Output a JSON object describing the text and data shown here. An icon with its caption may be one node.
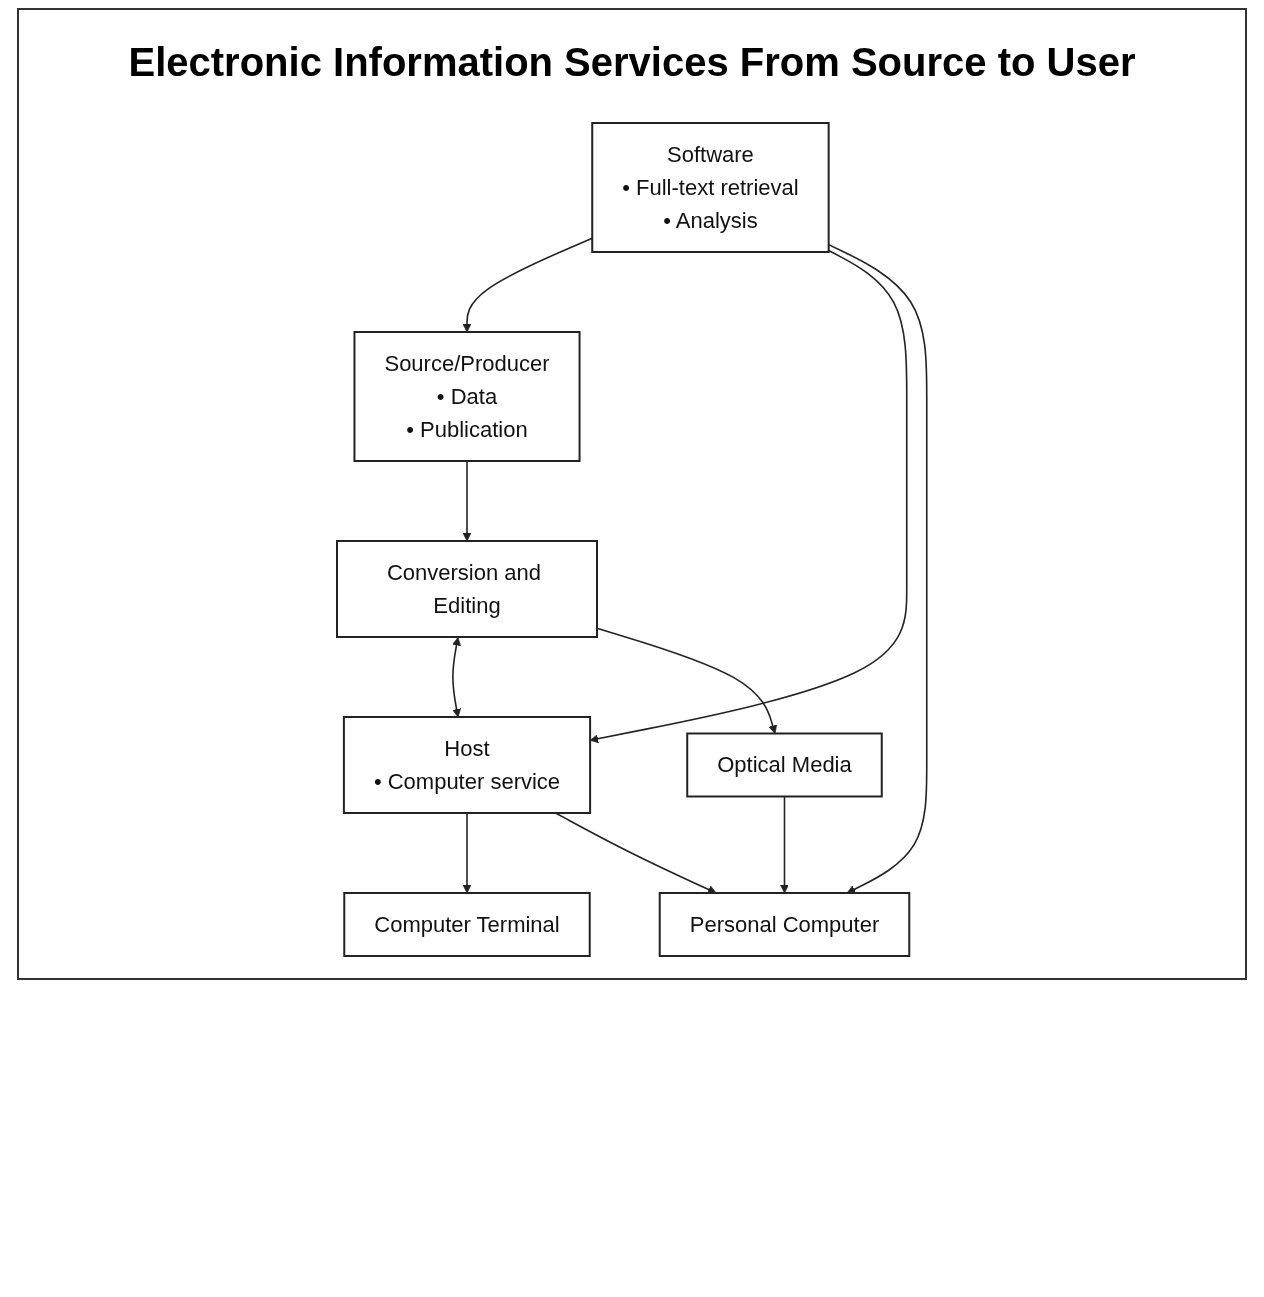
{
  "diagram": {
    "title": "Electronic Information Services From Source to User",
    "nodes": [
      {
        "text": [
          "Source/Producer",
          "• Data",
          "• Publication"
        ]
      },
      {
        "text": [
          "Conversion and Editing"
        ]
      },
      {
        "text": [
          "Software",
          "• Full-text retrieval",
          "• Analysis"
        ]
      },
      {
        "text": [
          "Host",
          "• Computer service"
        ]
      },
      {
        "text": [
          "Optical Media"
        ]
      },
      {
        "text": [
          "Computer Terminal"
        ]
      },
      {
        "text": [
          "Personal Computer"
        ]
      }
    ],
    "edges": [
      {
        "from": 0,
        "to": 1,
        "arrow": "to"
      },
      {
        "from": 2,
        "to": 0,
        "arrow": "to"
      },
      {
        "from": 1,
        "to": 3,
        "arrow": "both"
      },
      {
        "from": 1,
        "to": 4,
        "arrow": "to"
      },
      {
        "from": 2,
        "to": 3,
        "arrow": "to"
      },
      {
        "from": 3,
        "to": 5,
        "arrow": "to"
      },
      {
        "from": 2,
        "to": 6,
        "arrow": "to"
      },
      {
        "from": 3,
        "to": 6,
        "arrow": "to"
      },
      {
        "from": 4,
        "to": 6,
        "arrow": "to"
      }
    ]
  }
}
